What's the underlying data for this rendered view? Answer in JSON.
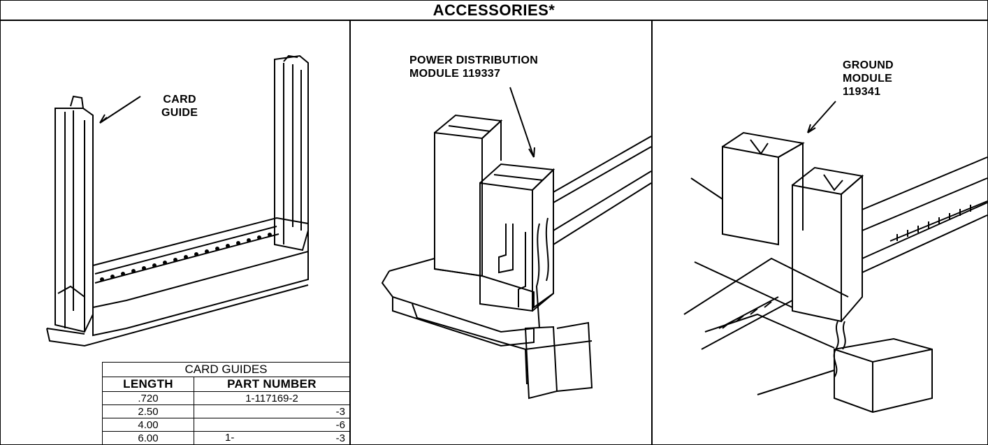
{
  "title": "ACCESSORIES*",
  "panels": {
    "card_guide": {
      "label": "CARD GUIDE",
      "label_lines": [
        "CARD",
        "GUIDE"
      ]
    },
    "power": {
      "label_lines": [
        "POWER DISTRIBUTION",
        "MODULE 119337"
      ]
    },
    "ground": {
      "label_lines": [
        "GROUND",
        "MODULE",
        "119341"
      ]
    }
  },
  "table": {
    "caption": "CARD GUIDES",
    "headers": [
      "LENGTH",
      "PART NUMBER"
    ],
    "rows": [
      {
        "length": ".720",
        "part_number": "1-117169-2"
      },
      {
        "length": "2.50",
        "part_number": "-3"
      },
      {
        "length": "4.00",
        "part_number": "-6"
      },
      {
        "length": "6.00",
        "part_prefix": "1-",
        "part_number": "-3"
      }
    ]
  }
}
